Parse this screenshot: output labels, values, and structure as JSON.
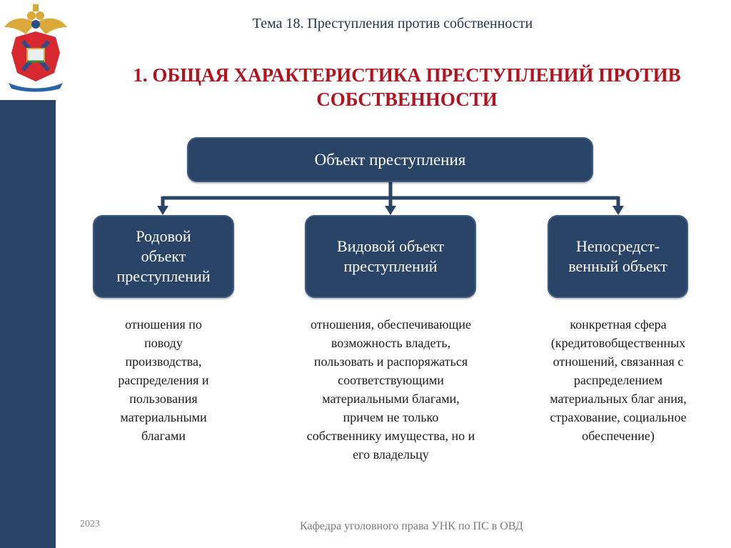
{
  "header": {
    "topic": "Тема 18. Преступления против собственности",
    "title_line1": "1. ОБЩАЯ ХАРАКТЕРИСТИКА ПРЕСТУПЛЕНИЙ ПРОТИВ",
    "title_line2": "СОБСТВЕННОСТИ"
  },
  "emblem": {
    "icon": "police-academy-emblem-icon"
  },
  "diagram": {
    "root": {
      "label": "Объект преступления"
    },
    "children": [
      {
        "label_lines": [
          "Родовой",
          "объект",
          "преступлений"
        ],
        "description_lines": [
          "отношения по",
          "поводу",
          "производства,",
          "распределения и",
          "пользования",
          "материальными",
          "благами"
        ]
      },
      {
        "label_lines": [
          "Видовой объект",
          "преступлений"
        ],
        "description_lines": [
          "отношения, обеспечивающие",
          "возможность владеть,",
          "пользовать и распоряжаться",
          "соответствующими",
          "материальными благами,",
          "причем не только",
          "собственнику имущества, но и",
          "его владельцу"
        ]
      },
      {
        "label_lines": [
          "Непосредст-",
          "венный объект"
        ],
        "description_lines": [
          "конкретная сфера",
          "(кредитовобщественных",
          "отношений, связанная с",
          "распределением",
          "материальных благ ания,",
          "страхование, социальное",
          "обеспечение)"
        ]
      }
    ]
  },
  "footer": {
    "year": "2023",
    "department": "Кафедра уголовного права УНК по ПС в ОВД"
  },
  "colors": {
    "box_fill": "#2a4468",
    "box_border": "#3c5b84",
    "title_red": "#b3121f",
    "sidebar": "#2a4468"
  }
}
